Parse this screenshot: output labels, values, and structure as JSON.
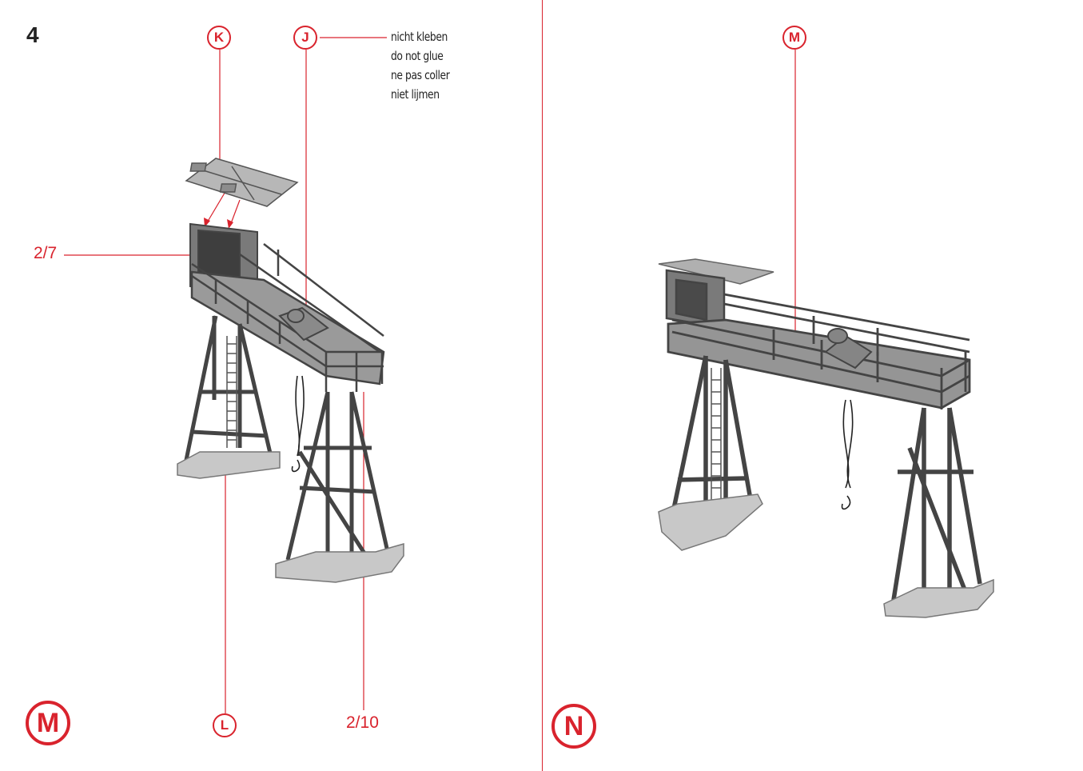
{
  "step": "4",
  "left_page": {
    "callouts": {
      "k": "K",
      "j": "J",
      "l": "L"
    },
    "labels": {
      "part_2_7": "2/7",
      "part_2_10": "2/10"
    },
    "note": [
      "nicht kleben",
      "do not glue",
      "ne pas coller",
      "niet lijmen"
    ],
    "badge": "M"
  },
  "right_page": {
    "callouts": {
      "m": "M"
    },
    "badge": "N"
  },
  "colors": {
    "accent": "#d9232d",
    "model_dark": "#5a5a5a",
    "model_light": "#a8a8a8",
    "base": "#c8c8c8"
  }
}
